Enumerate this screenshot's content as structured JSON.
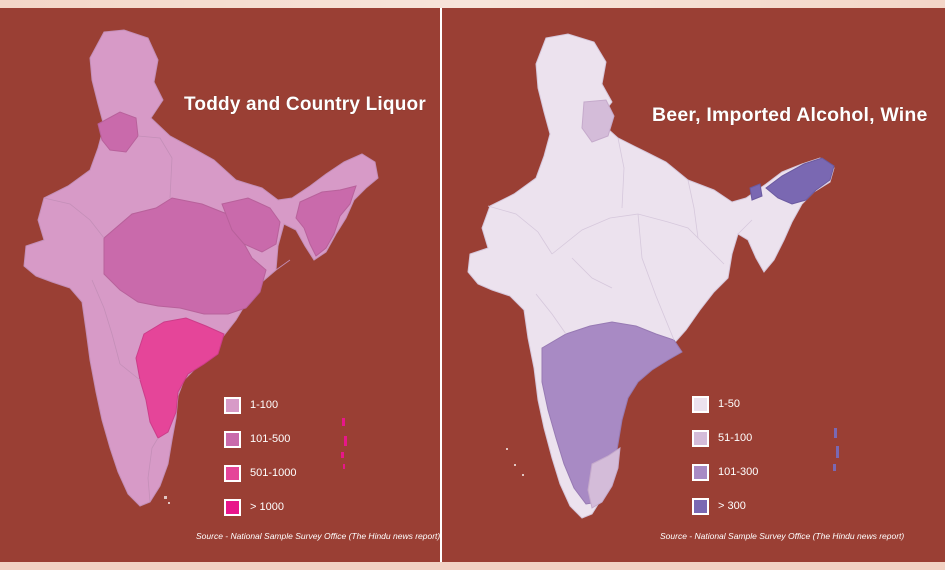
{
  "maps": [
    {
      "title": "Toddy and Country Liquor",
      "legend": [
        {
          "label": "1-100",
          "color": "#d79ac7"
        },
        {
          "label": "101-500",
          "color": "#c96aab"
        },
        {
          "label": "501-1000",
          "color": "#e54599"
        },
        {
          "label": "> 1000",
          "color": "#e8168a"
        }
      ],
      "source": "Source - National Sample Survey Office (The Hindu news report)"
    },
    {
      "title": "Beer, Imported Alcohol, Wine",
      "legend": [
        {
          "label": "1-50",
          "color": "#ece2ee"
        },
        {
          "label": "51-100",
          "color": "#d4bcd9"
        },
        {
          "label": "101-300",
          "color": "#a88ac4"
        },
        {
          "label": "> 300",
          "color": "#7a68b2"
        }
      ],
      "source": "Source - National Sample Survey Office (The Hindu news report)"
    }
  ],
  "colors": {
    "background": "#9a3f34",
    "divider": "#ffffff"
  }
}
